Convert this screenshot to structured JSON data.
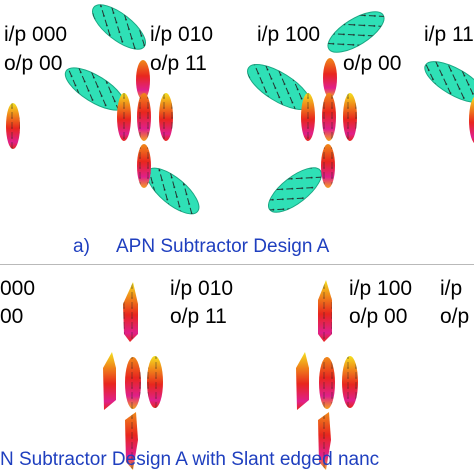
{
  "panel_a": {
    "groups": [
      {
        "input": "i/p 000",
        "output": "o/p 00"
      },
      {
        "input": "i/p 010",
        "output": "o/p 11"
      },
      {
        "input": "i/p 100",
        "output": "o/p 00"
      },
      {
        "input": "i/p 11",
        "output": ""
      }
    ],
    "caption_letter": "a)",
    "caption": "APN Subtractor Design A"
  },
  "panel_b": {
    "groups": [
      {
        "input": "000",
        "output": "00"
      },
      {
        "input": "i/p 010",
        "output": "o/p 11"
      },
      {
        "input": "i/p 100",
        "output": "o/p 00"
      },
      {
        "input": "i/p",
        "output": "o/p"
      }
    ],
    "caption": "N Subtractor Design A with Slant edged nanc"
  },
  "colors": {
    "caption": "#1f3fbf",
    "cyan_magnet": "#2fe0b6",
    "magnet_red": "#e8261e",
    "magnet_orange": "#f08a1a",
    "magnet_yellow": "#f4e020",
    "magnet_magenta": "#e0208a",
    "divider": "#b9b9b9"
  }
}
